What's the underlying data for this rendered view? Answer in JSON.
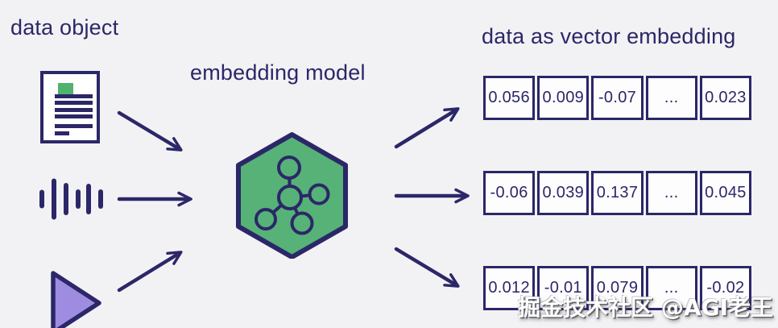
{
  "diagram": {
    "colors": {
      "bg": "#f2f2f4",
      "ink": "#2b2768",
      "green": "#56b277",
      "greenAccent": "#4fb26d",
      "purple": "#9d8ce0",
      "cellBg": "#fdfdfe"
    },
    "sections": {
      "input": {
        "title": "data object",
        "items": [
          "text-document",
          "audio-waveform",
          "video-media"
        ]
      },
      "model": {
        "title": "embedding model",
        "icon": "hexagon-network"
      },
      "output": {
        "title": "data as vector embedding"
      }
    },
    "vectors": [
      {
        "cells": [
          "0.056",
          "0.009",
          "-0.07",
          "...",
          "0.023"
        ]
      },
      {
        "cells": [
          "-0.06",
          "0.039",
          "0.137",
          "...",
          "0.045"
        ]
      },
      {
        "cells": [
          "0.012",
          "-0.01",
          "0.079",
          "...",
          "-0.02"
        ]
      }
    ],
    "watermark": "掘金技术社区 @AGI老王"
  }
}
